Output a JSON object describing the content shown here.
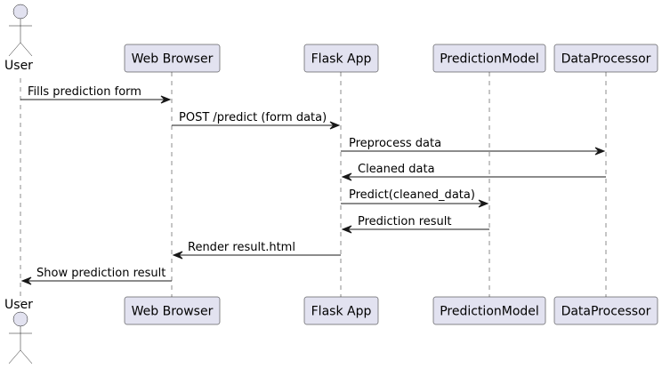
{
  "participants": [
    {
      "id": "user",
      "type": "actor",
      "label": "User"
    },
    {
      "id": "browser",
      "type": "participant",
      "label": "Web Browser"
    },
    {
      "id": "flask",
      "type": "participant",
      "label": "Flask App"
    },
    {
      "id": "model",
      "type": "participant",
      "label": "PredictionModel"
    },
    {
      "id": "processor",
      "type": "participant",
      "label": "DataProcessor"
    }
  ],
  "messages": [
    {
      "from": "user",
      "to": "browser",
      "label": "Fills prediction form"
    },
    {
      "from": "browser",
      "to": "flask",
      "label": "POST /predict (form data)"
    },
    {
      "from": "flask",
      "to": "processor",
      "label": "Preprocess data"
    },
    {
      "from": "processor",
      "to": "flask",
      "label": "Cleaned data"
    },
    {
      "from": "flask",
      "to": "model",
      "label": "Predict(cleaned_data)"
    },
    {
      "from": "model",
      "to": "flask",
      "label": "Prediction result"
    },
    {
      "from": "flask",
      "to": "browser",
      "label": "Render result.html"
    },
    {
      "from": "browser",
      "to": "user",
      "label": "Show prediction result"
    }
  ]
}
